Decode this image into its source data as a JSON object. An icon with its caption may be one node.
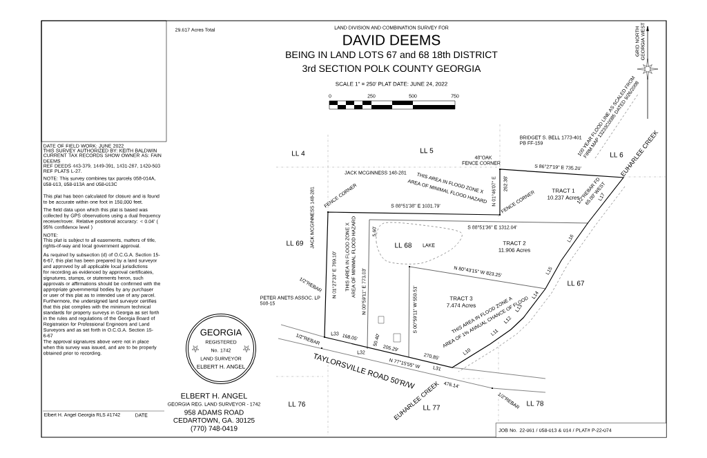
{
  "diagram": {
    "title": "DAVID DEEMS",
    "nodes": [
      {
        "text": [
          "GEORGIA",
          "REGISTERED",
          "No. 1742",
          "LAND SURVEYOR",
          "ELBERT H. ANGEL"
        ]
      },
      {
        "text": [
          "JOB No. 22-061 / 058-013 & 014 / PLAT# P-22-074"
        ]
      }
    ],
    "labels": [
      "29.617 Acres Total",
      "LAND DIVISION AND COMBINATION SURVEY FOR",
      "BEING IN LAND LOTS 67 and 68 18th DISTRICT",
      "3rd SECTION POLK COUNTY GEORGIA",
      "SCALE 1\" = 250' PLAT DATE: JUNE 24, 2022",
      "0",
      "250",
      "500",
      "750",
      "GRID NORTH",
      "GEORGIA WEST",
      "DATE OF FIELD WORK: JUNE 2022",
      "THIS SURVEY AUTHORIZED BY: KEITH BALDWIN",
      "CURRENT TAX RECORDS SHOW OWNER AS: FAIN DEEMS",
      "REF DEEDS 443-379, 1449-391, 1431-267, 1420-503",
      "REF PLATS L-27.",
      "NOTE: This survey combines tax parcels 058-014A, 058-013, 058-013A and 058-013C",
      "This plat has been calculated for closure and is found to be accurate within one foot in 150,000 feet.",
      "The field data upon which this plat is based was collected by GPS observations using a dual frequency receiver/rover. Relative positional accuracy: < 0.04' ( 95% confidence level )",
      "NOTE:",
      "This plat is subject to all easements, matters of title, rights-of-way and local government approval.",
      "As required by subsection (d) of O.C.G.A. Section 15-6-67, this plat has been prepared by a land surveyor and approved by all applicable local jurisdictions for recording as evidenced by approval certificates, signatures, stamps, or statements heron, such approvals or affirmations should be confirmed with the appropriate governmental bodies by any purchaser or user of this plat as to intended use of any parcel. Furthermore, the undersigned land surveyor certifies that this plat complies with the minimum technical standards for property surveys in Georgia as set forth in the rules and regulations of the Georgia Board of Registration for Professional Engineers and Land Surveyors and as set forth in O.C.G.A. Section 15-6-67",
      "The approval signatures above were not in place when this survey was issued, and are to be properly obtained prior to recording.",
      "Elbert H. Angel Georgia RLS #1742",
      "DATE",
      "ELBERT H. ANGEL",
      "GEORGIA REG. LAND SURVEYOR - 1742",
      "958 ADAMS ROAD",
      "CEDARTOWN, GA. 30125",
      "(770) 748-0419",
      "LL 4",
      "LL 5",
      "BRIDGET S. BELL 1773-401",
      "PB FF-159",
      "100 YEAR FLOOD LINE AS SCALED FROM",
      "FIRM MAP 13233C0085 DATED 9/26/2008",
      "LL 6",
      "48\"OAK",
      "FENCE CORNER",
      "JACK MCGINNESS 148-281",
      "THIS AREA IN FLOOD ZONE X",
      "AREA OF MINIMAL FLOOD HAZARD",
      "S 86°27'19\" E 735.20'",
      "N 01°46'07\" E",
      "262.38'",
      "TRACT 1",
      "10.237 Acres",
      "1/2\"REBAR FD",
      "65.00' WEST",
      "EUHARLEE CREEK",
      "FENCE CORNER",
      "S 88°51'38\" E 1031.79'",
      "FENCE CORNER",
      "L17",
      "JACK MCGINNESS 148-281",
      "LL 69",
      "5.60'",
      "S 88°51'36\" E 1312.04'",
      "LL 68",
      "LAKE",
      "TRACT 2",
      "11.906 Acres",
      "L16",
      "N 01°27'33\" E 769.10'",
      "THIS AREA IN FLOOD ZONE X",
      "AREA OF MINIMAL FLOOD HAZARD",
      "N 00°59'11\" E 773.03'",
      "N 80°43'15\" W 823.25'",
      "L15",
      "LL 67",
      "1/2\"REBAR",
      "PETER ANETS ASSOC. LP",
      "508-15",
      "S 00°59'11\" W 550.51'",
      "TRACT 3",
      "7.474 Acres",
      "THIS AREA IN FLOOD ZONE A",
      "AREA OF 1% ANNUAL CHANCE OF FLOOD",
      "L14",
      "L13",
      "L12",
      "L11",
      "L10",
      "L33",
      "168.05'",
      "L32",
      "50.40'",
      "205.29'",
      "N 77°15'55\" W",
      "L31",
      "270.85'",
      "476.14'",
      "1/2\"REBAR",
      "TAYLORSVILLE ROAD 50'R/W",
      "EUHARLEE CREEK",
      "1/2\"REBAR",
      "LL 76",
      "LL 77",
      "LL 78"
    ]
  }
}
